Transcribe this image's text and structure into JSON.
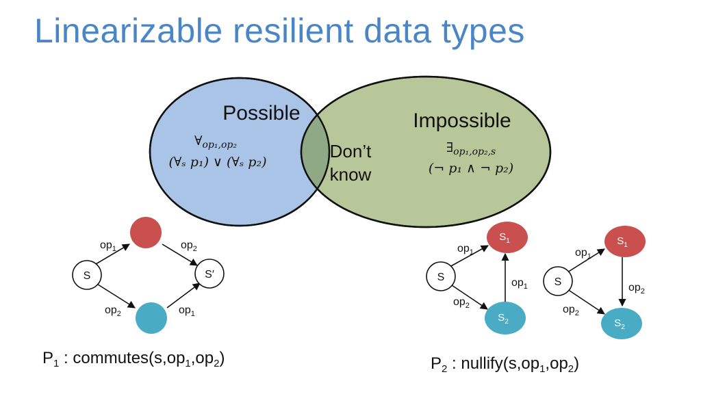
{
  "title": "Linearizable resilient data types",
  "colors": {
    "title": "#4a86c6",
    "possible_fill": "#a9c4e6",
    "impossible_fill": "#b7c79a",
    "overlap_fill": "#8fa886",
    "red_node": "#c9504e",
    "blue_node": "#4aacc4"
  },
  "venn": {
    "possible": {
      "label": "Possible",
      "quantifier": "∀",
      "quantifier_sub": "op₁,op₂",
      "formula": "(∀ₛ p₁) ∨ (∀ₛ p₂)"
    },
    "impossible": {
      "label": "Impossible",
      "quantifier": "∃",
      "quantifier_sub": "op₁,op₂,s",
      "formula": "(¬ p₁ ∧ ¬ p₂)"
    },
    "overlap": {
      "line1": "Don’t",
      "line2": "know"
    }
  },
  "diagram1": {
    "nodes": {
      "s": "S",
      "s_prime": "S′"
    },
    "edges": {
      "top_left": {
        "op": "op",
        "sub": "1"
      },
      "top_right": {
        "op": "op",
        "sub": "2"
      },
      "bottom_left": {
        "op": "op",
        "sub": "2"
      },
      "bottom_right": {
        "op": "op",
        "sub": "1"
      }
    },
    "caption": {
      "p": "P",
      "p_sub": "1",
      "text_a": " : commutes(s,op",
      "sub_a": "1",
      "text_b": ",op",
      "sub_b": "2",
      "text_c": ")"
    }
  },
  "diagram2": {
    "nodes": {
      "s": "S",
      "s1": "S",
      "s1_sub": "1",
      "s2": "S",
      "s2_sub": "2"
    },
    "edges": {
      "to_s1": {
        "op": "op",
        "sub": "1"
      },
      "to_s2": {
        "op": "op",
        "sub": "2"
      },
      "vertical": {
        "op": "op",
        "sub": "1"
      }
    }
  },
  "diagram3": {
    "nodes": {
      "s": "S",
      "s1": "S",
      "s1_sub": "1",
      "s2": "S",
      "s2_sub": "2"
    },
    "edges": {
      "to_s1": {
        "op": "op",
        "sub": "1"
      },
      "to_s2": {
        "op": "op",
        "sub": "2"
      },
      "vertical": {
        "op": "op",
        "sub": "2"
      }
    },
    "caption": {
      "p": "P",
      "p_sub": "2",
      "text_a": " : nullify(s,op",
      "sub_a": "1",
      "text_b": ",op",
      "sub_b": "2",
      "text_c": ")"
    }
  }
}
